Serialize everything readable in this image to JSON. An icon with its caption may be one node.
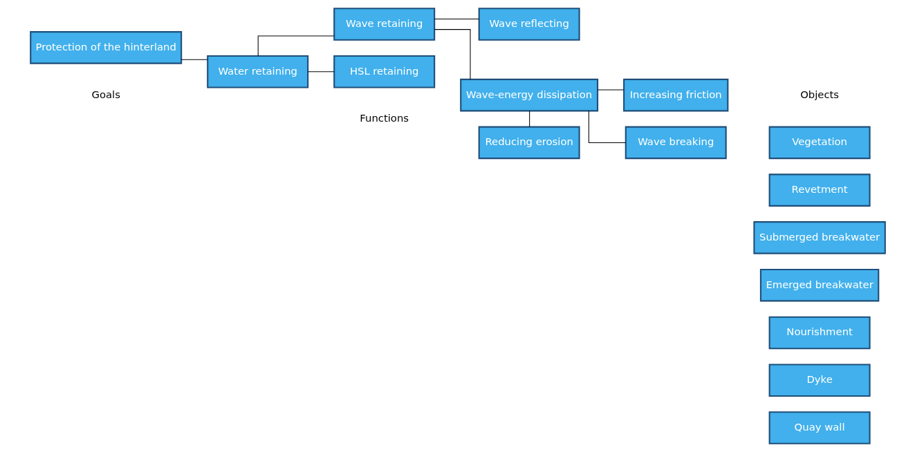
{
  "diagram": {
    "nodes": [
      {
        "text": [
          "Protection of the hinterland"
        ]
      },
      {
        "text": [
          "Water retaining"
        ]
      },
      {
        "text": [
          "Wave retaining"
        ]
      },
      {
        "text": [
          "Wave-energy dissipation"
        ]
      },
      {
        "text": [
          "Increasing friction"
        ]
      },
      {
        "text": [
          "Reducing erosion"
        ]
      },
      {
        "text": [
          "Wave breaking"
        ]
      },
      {
        "text": [
          "Wave reflecting"
        ]
      },
      {
        "text": [
          "HSL retaining"
        ]
      },
      {
        "text": [
          "Vegetation"
        ]
      },
      {
        "text": [
          "Revetment"
        ]
      },
      {
        "text": [
          "Submerged breakwater"
        ]
      },
      {
        "text": [
          "Emerged breakwater"
        ]
      },
      {
        "text": [
          "Nourishment"
        ]
      },
      {
        "text": [
          "Dyke"
        ]
      },
      {
        "text": [
          "Quay wall"
        ]
      }
    ],
    "edges": [
      {
        "from": 0,
        "to": 1,
        "arrow": "none"
      },
      {
        "from": 1,
        "to": 2,
        "arrow": "none"
      },
      {
        "from": 1,
        "to": 8,
        "arrow": "none"
      },
      {
        "from": 2,
        "to": 3,
        "arrow": "none"
      },
      {
        "from": 2,
        "to": 7,
        "arrow": "none"
      },
      {
        "from": 3,
        "to": 4,
        "arrow": "none"
      },
      {
        "from": 3,
        "to": 6,
        "arrow": "none"
      },
      {
        "from": 3,
        "to": 5,
        "arrow": "none"
      }
    ],
    "labels": [
      "Goals",
      "Functions",
      "Objects"
    ]
  }
}
